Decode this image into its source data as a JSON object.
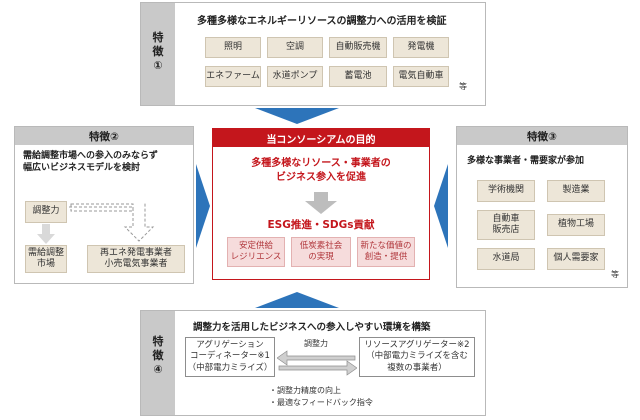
{
  "top": {
    "label_line1": "特",
    "label_line2": "徴",
    "label_line3": "①",
    "title": "多種多様なエネルギーリソースの調整力への活用を検証",
    "items": [
      "照明",
      "空調",
      "自動販売機",
      "発電機",
      "エネファーム",
      "水道ポンプ",
      "蓄電池",
      "電気自動車"
    ],
    "etc": "等"
  },
  "left": {
    "header": "特徴②",
    "title_line1": "需給調整市場への参入のみならず",
    "title_line2": "幅広いビジネスモデルを検討",
    "capacity": "調整力",
    "market_line1": "需給調整",
    "market_line2": "市場",
    "business_line1": "再エネ発電事業者",
    "business_line2": "小売電気事業者"
  },
  "center": {
    "header": "当コンソーシアムの目的",
    "goal_line1": "多種多様なリソース・事業者の",
    "goal_line2": "ビジネス参入を促進",
    "result": "ESG推進・SDGs貢献",
    "outcomes": [
      {
        "line1": "安定供給",
        "line2": "レジリエンス"
      },
      {
        "line1": "低炭素社会",
        "line2": "の実現"
      },
      {
        "line1": "新たな価値の",
        "line2": "創造・提供"
      }
    ]
  },
  "right": {
    "header": "特徴③",
    "title": "多様な事業者・需要家が参加",
    "items": [
      {
        "line1": "学術機関",
        "line2": ""
      },
      {
        "line1": "製造業",
        "line2": ""
      },
      {
        "line1": "自動車",
        "line2": "販売店"
      },
      {
        "line1": "植物工場",
        "line2": ""
      },
      {
        "line1": "水道局",
        "line2": ""
      },
      {
        "line1": "個人需要家",
        "line2": ""
      }
    ],
    "etc": "等"
  },
  "bottom": {
    "label_line1": "特",
    "label_line2": "徴",
    "label_line3": "④",
    "title": "調整力を活用したビジネスへの参入しやすい環境を構築",
    "aggregator_line1": "アグリゲーション",
    "aggregator_line2": "コーディネーター※1",
    "aggregator_line3": "（中部電力ミライズ）",
    "arrow_label": "調整力",
    "resource_line1": "リソースアグリゲーター※2",
    "resource_line2": "（中部電力ミライズを含む",
    "resource_line3": "複数の事業者）",
    "bullets": [
      "・調整力精度の向上",
      "・最適なフィードバック指令"
    ]
  },
  "colors": {
    "blue_arrow": "#2d74ba",
    "red_header": "#c4161c",
    "red_text": "#c4161c",
    "beige": "#ede6d8",
    "pink": "#f6dcdc",
    "gray_tab": "#c9c9c9"
  }
}
